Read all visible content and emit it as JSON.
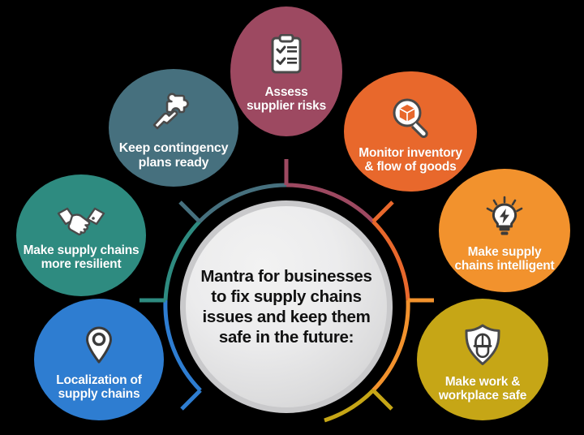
{
  "diagram": {
    "title": "Mantra for businesses to fix supply chains issues and keep them safe in the future infographic",
    "center": {
      "text": "Mantra for businesses\nto fix supply chains\nissues and keep them\nsafe in the future:",
      "fill_color": "#ececed",
      "rim_color": "#c9c9cb",
      "text_color": "#111111"
    },
    "background_color": "#000000",
    "nodes": [
      {
        "id": "assess-supplier-risks",
        "label": "Assess\nsupplier risks",
        "icon": "clipboard-checklist-icon",
        "color": "#9D4961",
        "position": "top"
      },
      {
        "id": "keep-contingency-plans-ready",
        "label": "Keep contingency\nplans ready",
        "icon": "hand-puzzle-piece-icon",
        "color": "#46707E",
        "position": "top-left"
      },
      {
        "id": "make-supply-chains-more-resilient",
        "label": "Make supply chains\nmore resilient",
        "icon": "handshake-icon",
        "color": "#2E8B80",
        "position": "left"
      },
      {
        "id": "localization-of-supply-chains",
        "label": "Localization of\nsupply chains",
        "icon": "location-pin-icon",
        "color": "#2E7DD1",
        "position": "bottom-left"
      },
      {
        "id": "monitor-inventory-flow-of-goods",
        "label": "Monitor inventory\n& flow of goods",
        "icon": "magnifier-box-icon",
        "color": "#E8682C",
        "position": "top-right"
      },
      {
        "id": "make-supply-chains-intelligent",
        "label": "Make supply\nchains intelligent",
        "icon": "lightbulb-bolt-icon",
        "color": "#F2922D",
        "position": "right"
      },
      {
        "id": "make-work-workplace-safe",
        "label": "Make work &\nworkplace safe",
        "icon": "shield-hardhat-icon",
        "color": "#C6A616",
        "position": "bottom-right"
      }
    ]
  }
}
